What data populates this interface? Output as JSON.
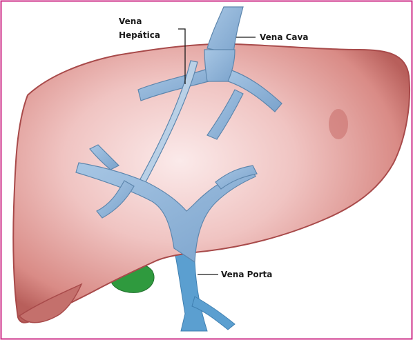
{
  "labels": {
    "hepatic_line1": "Vena",
    "hepatic_line2": "Hepática",
    "cava": "Vena Cava",
    "porta": "Vena Porta"
  },
  "colors": {
    "frame_border": "#cc2a86",
    "liver_edge": "#a84a4a",
    "liver_body": "#d98b86",
    "liver_highlight": "#fbeaea",
    "vein_fill": "#8fb4d9",
    "vein_stroke": "#5d86ad",
    "portal_vein": "#5b9fd0",
    "gallbladder": "#2f9a3e",
    "leader_line": "#1a1a1a"
  }
}
